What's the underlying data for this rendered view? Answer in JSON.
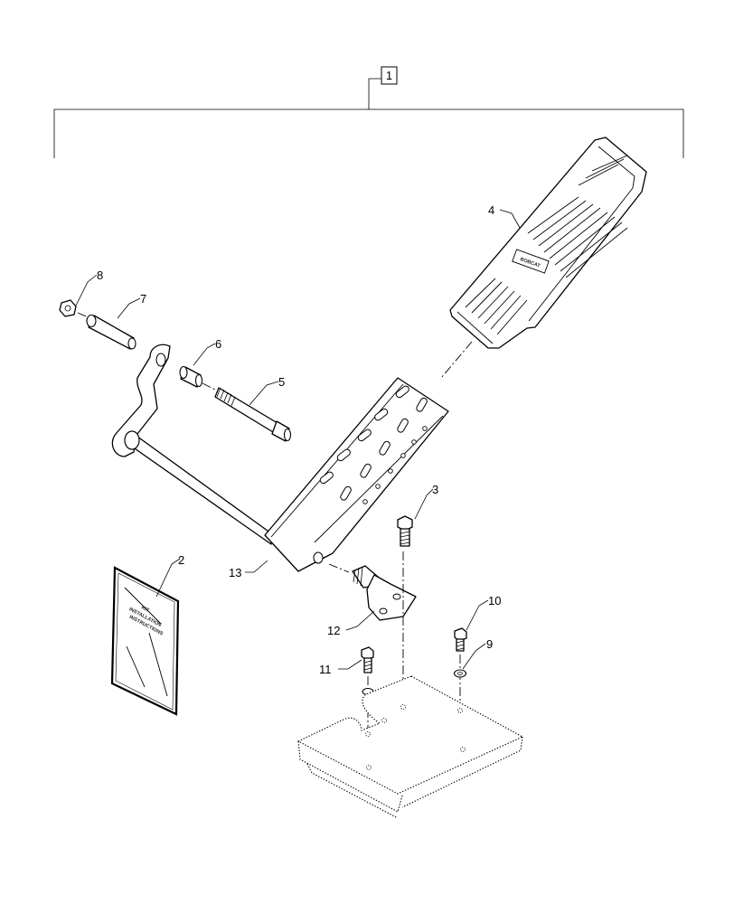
{
  "diagram": {
    "assembly_callout": "1",
    "callouts": [
      "2",
      "3",
      "4",
      "5",
      "6",
      "7",
      "8",
      "9",
      "10",
      "11",
      "12",
      "13"
    ],
    "booklet_title_lines": [
      "KIT",
      "INSTALLATION",
      "INSTRUCTIONS"
    ],
    "pedal_logo": "BOBCAT"
  }
}
